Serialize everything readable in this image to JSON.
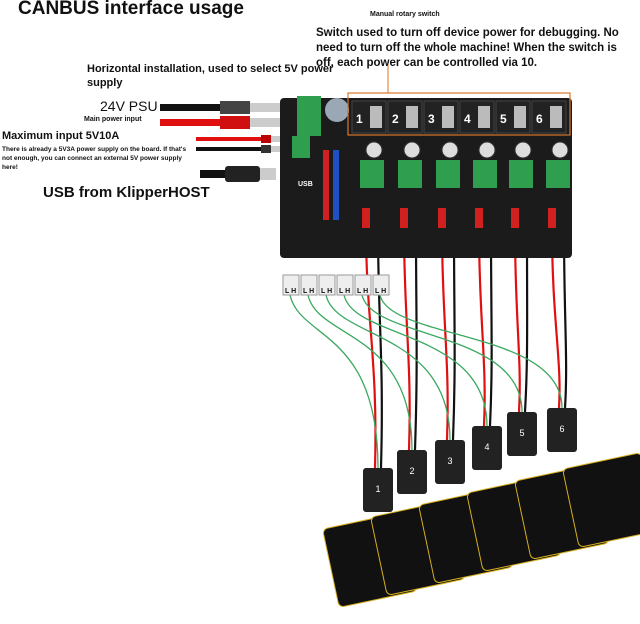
{
  "title": "CANBUS interface usage",
  "annotations": {
    "manual_switch": "Manual rotary switch",
    "switch_description": "Switch used to turn off device power for debugging. No need to turn off the whole machine! When the switch is off, each power can be controlled via 10.",
    "horizontal_install": "Horizontal installation, used to select 5V power supply",
    "psu": "24V PSU",
    "main_power": "Main power input",
    "max_input": "Maximum input 5V10A",
    "max_input_note": "There is already a 5V3A power supply on the board. If that's not enough, you can connect an external 5V power supply here!",
    "usb": "USB from KlipperHOST"
  },
  "board": {
    "switch_numbers": [
      "1",
      "2",
      "3",
      "4",
      "5",
      "6"
    ],
    "usb_label": "USB",
    "lh_label": "L H"
  },
  "connectors": [
    "1",
    "2",
    "3",
    "4",
    "5",
    "6"
  ],
  "colors": {
    "board": "#1b1b1b",
    "terminal": "#2f9e4f",
    "wire_red": "#e01010",
    "wire_black": "#111111",
    "wire_green": "#3aa860",
    "highlight": "#d9772a"
  }
}
